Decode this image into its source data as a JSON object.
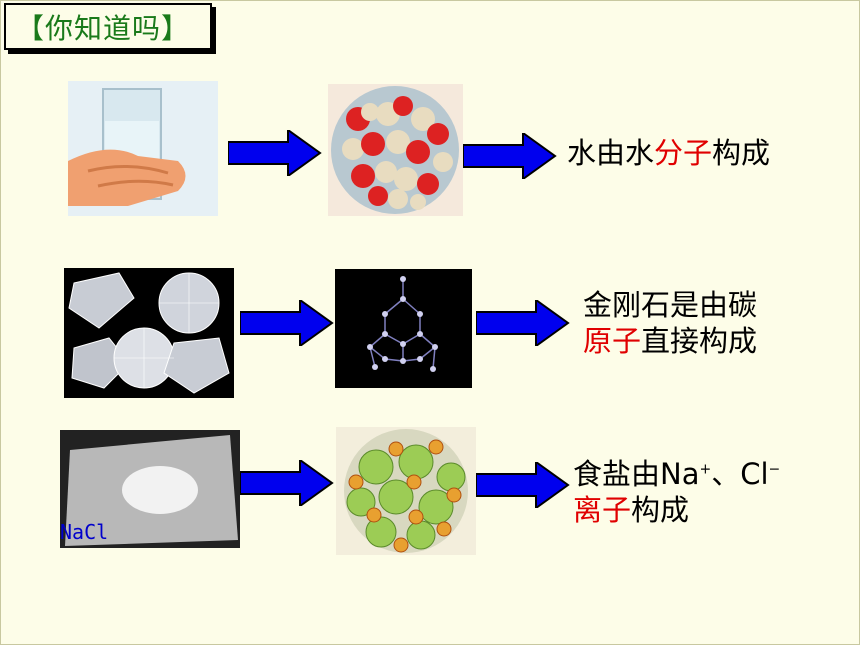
{
  "title": "【你知道吗】",
  "rows": [
    {
      "caption_parts": [
        "水由水",
        "分子",
        "构成"
      ]
    },
    {
      "caption_line1": "金刚石是由碳",
      "caption_line2_parts": [
        "原子",
        "直接构成"
      ]
    },
    {
      "caption_line1_text": "食盐由Na",
      "caption_line1_sup1": "+",
      "caption_line1_mid": "、Cl",
      "caption_line1_sup2": "−",
      "caption_line2_parts": [
        "离子",
        "构成"
      ]
    }
  ],
  "nacl_label": "NaCl",
  "colors": {
    "title": "#1a7a1a",
    "arrow": "#0000ee",
    "highlight": "#e00000",
    "label": "#0000cc"
  }
}
